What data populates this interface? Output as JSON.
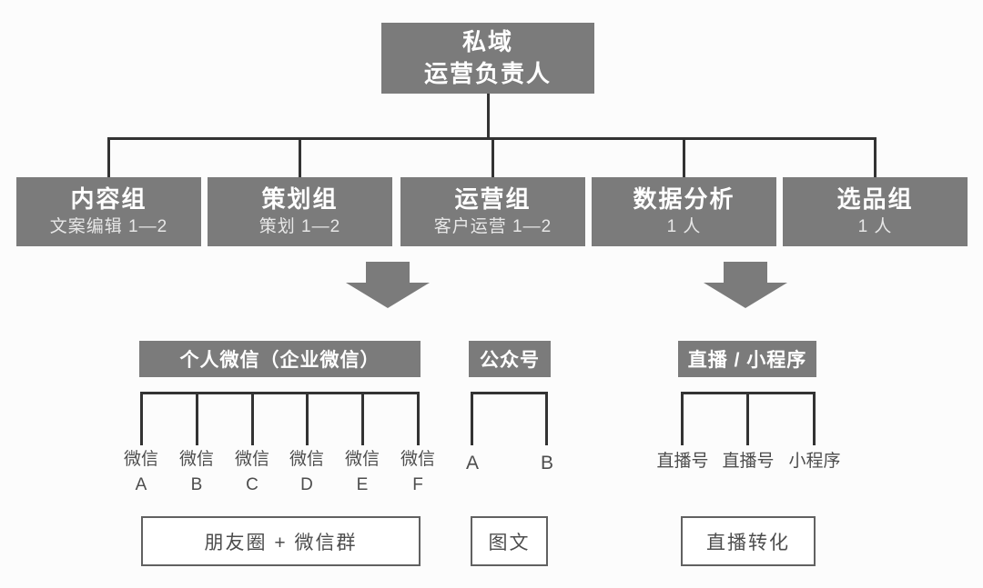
{
  "palette": {
    "box_gray": "#7b7b7b",
    "line_color": "#333333",
    "box_text": "#ffffff",
    "box_subtext": "#e7e7e7",
    "label_text": "#4d4d4d",
    "outline_border": "#616161",
    "page_bg": "#fcfcfc"
  },
  "root": {
    "line1": "私域",
    "line2": "运营负责人"
  },
  "departments": [
    {
      "title": "内容组",
      "subtitle": "文案编辑 1—2"
    },
    {
      "title": "策划组",
      "subtitle": "策划 1—2"
    },
    {
      "title": "运营组",
      "subtitle": "客户运营 1—2"
    },
    {
      "title": "数据分析",
      "subtitle": "1 人"
    },
    {
      "title": "选品组",
      "subtitle": "1 人"
    }
  ],
  "channels": [
    {
      "header": "个人微信（企业微信）",
      "accounts": [
        {
          "line1": "微信",
          "line2": "A"
        },
        {
          "line1": "微信",
          "line2": "B"
        },
        {
          "line1": "微信",
          "line2": "C"
        },
        {
          "line1": "微信",
          "line2": "D"
        },
        {
          "line1": "微信",
          "line2": "E"
        },
        {
          "line1": "微信",
          "line2": "F"
        }
      ],
      "footer": "朋友圈 + 微信群"
    },
    {
      "header": "公众号",
      "accounts": [
        {
          "line1": "A"
        },
        {
          "line1": "B"
        }
      ],
      "footer": "图文"
    },
    {
      "header": "直播 / 小程序",
      "accounts": [
        {
          "line1": "直播号"
        },
        {
          "line1": "直播号"
        },
        {
          "line1": "小程序"
        }
      ],
      "footer": "直播转化"
    }
  ]
}
